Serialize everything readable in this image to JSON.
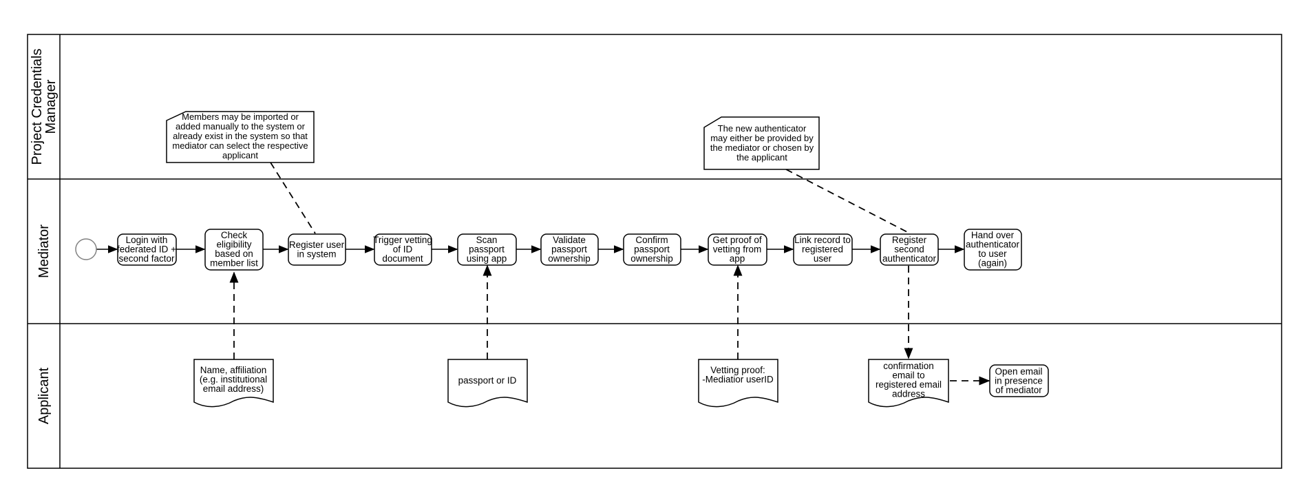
{
  "colors": {
    "stroke": "#000000",
    "background": "#ffffff",
    "start_event": "#808080"
  },
  "lanes": [
    {
      "id": "pcm",
      "label": "Project Credentials\nManager"
    },
    {
      "id": "mediator",
      "label": "Mediator"
    },
    {
      "id": "applicant",
      "label": "Applicant"
    }
  ],
  "tasks": [
    {
      "id": "login",
      "text": "Login with\nfederated ID +\nsecond factor"
    },
    {
      "id": "check",
      "text": "Check\neligibility\nbased on\nmember list"
    },
    {
      "id": "register",
      "text": "Register user\nin system"
    },
    {
      "id": "trigger",
      "text": "Trigger vetting\nof  ID\ndocument"
    },
    {
      "id": "scan",
      "text": "Scan\npassport\nusing app"
    },
    {
      "id": "validate",
      "text": "Validate\npassport\nownership"
    },
    {
      "id": "confirm",
      "text": "Confirm\npassport\nownership"
    },
    {
      "id": "proof",
      "text": "Get proof of\nvetting from\napp"
    },
    {
      "id": "link",
      "text": "Link record to\nregistered\nuser"
    },
    {
      "id": "second",
      "text": "Register\nsecond\nauthenticator"
    },
    {
      "id": "handover",
      "text": "Hand over\nauthenticator\nto user\n(again)"
    },
    {
      "id": "openemail",
      "text": "Open email\nin presence\nof mediator"
    }
  ],
  "notes": [
    {
      "id": "note-members",
      "text": "Members may be imported or\nadded manually to the system or\nalready exist in the system so that\nmediator can select the respective\napplicant"
    },
    {
      "id": "note-authenticator",
      "text": "The new authenticator\nmay either be provided by\nthe mediator or chosen by\nthe applicant"
    }
  ],
  "documents": [
    {
      "id": "doc-name",
      "text": "Name, affiliation\n(e.g. institutional\nemail address)"
    },
    {
      "id": "doc-passport",
      "text": "passport or ID"
    },
    {
      "id": "doc-vetting",
      "text": "Vetting proof:\n-Mediatior userID"
    },
    {
      "id": "doc-email",
      "text": "confirmation\nemail to\nregistered email\naddress"
    }
  ]
}
